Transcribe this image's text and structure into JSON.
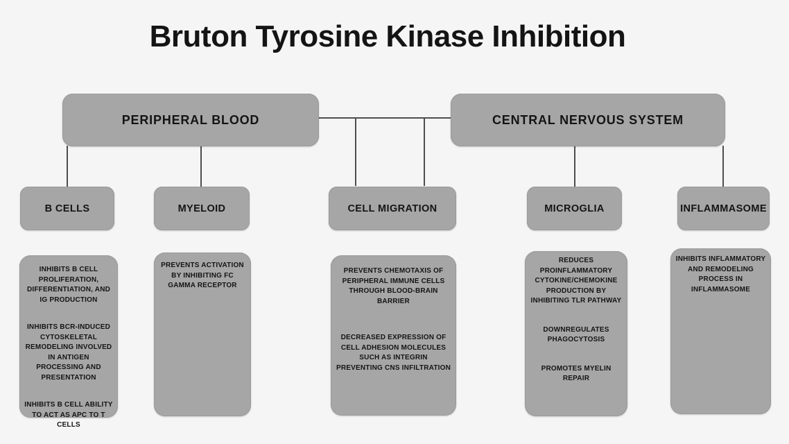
{
  "title": "Bruton Tyrosine Kinase Inhibition",
  "colors": {
    "background": "#f5f5f6",
    "box_fill": "#a6a6a6",
    "box_edge": "#9a9a9a",
    "line": "#4d4d4d",
    "text": "#141414"
  },
  "tree": {
    "roots": [
      {
        "label": "PERIPHERAL BLOOD"
      },
      {
        "label": "CENTRAL NERVOUS SYSTEM"
      }
    ],
    "branches": [
      {
        "label": "B CELLS",
        "parent": "PERIPHERAL BLOOD",
        "details": [
          "INHIBITS B CELL PROLIFERATION, DIFFERENTIATION, AND IG PRODUCTION",
          "INHIBITS BCR-INDUCED CYTOSKELETAL REMODELING INVOLVED IN ANTIGEN PROCESSING AND PRESENTATION",
          "INHIBITS B CELL ABILITY TO ACT AS APC TO T CELLS"
        ]
      },
      {
        "label": "MYELOID",
        "parent": "PERIPHERAL BLOOD",
        "details": [
          "PREVENTS ACTIVATION BY INHIBITING FC GAMMA RECEPTOR"
        ]
      },
      {
        "label": "CELL MIGRATION",
        "parent": "PERIPHERAL BLOOD AND CENTRAL NERVOUS SYSTEM",
        "details": [
          "PREVENTS CHEMOTAXIS OF PERIPHERAL IMMUNE CELLS THROUGH BLOOD-BRAIN BARRIER",
          "DECREASED EXPRESSION OF CELL ADHESION MOLECULES SUCH AS INTEGRIN PREVENTING CNS INFILTRATION"
        ]
      },
      {
        "label": "MICROGLIA",
        "parent": "CENTRAL NERVOUS SYSTEM",
        "details": [
          "REDUCES PROINFLAMMATORY CYTOKINE/CHEMOKINE PRODUCTION BY INHIBITING TLR PATHWAY",
          "DOWNREGULATES PHAGOCYTOSIS",
          "PROMOTES MYELIN REPAIR"
        ]
      },
      {
        "label": "INFLAMMASOME",
        "parent": "CENTRAL NERVOUS SYSTEM",
        "details": [
          "INHIBITS INFLAMMATORY AND REMODELING PROCESS IN INFLAMMASOME"
        ]
      }
    ]
  }
}
